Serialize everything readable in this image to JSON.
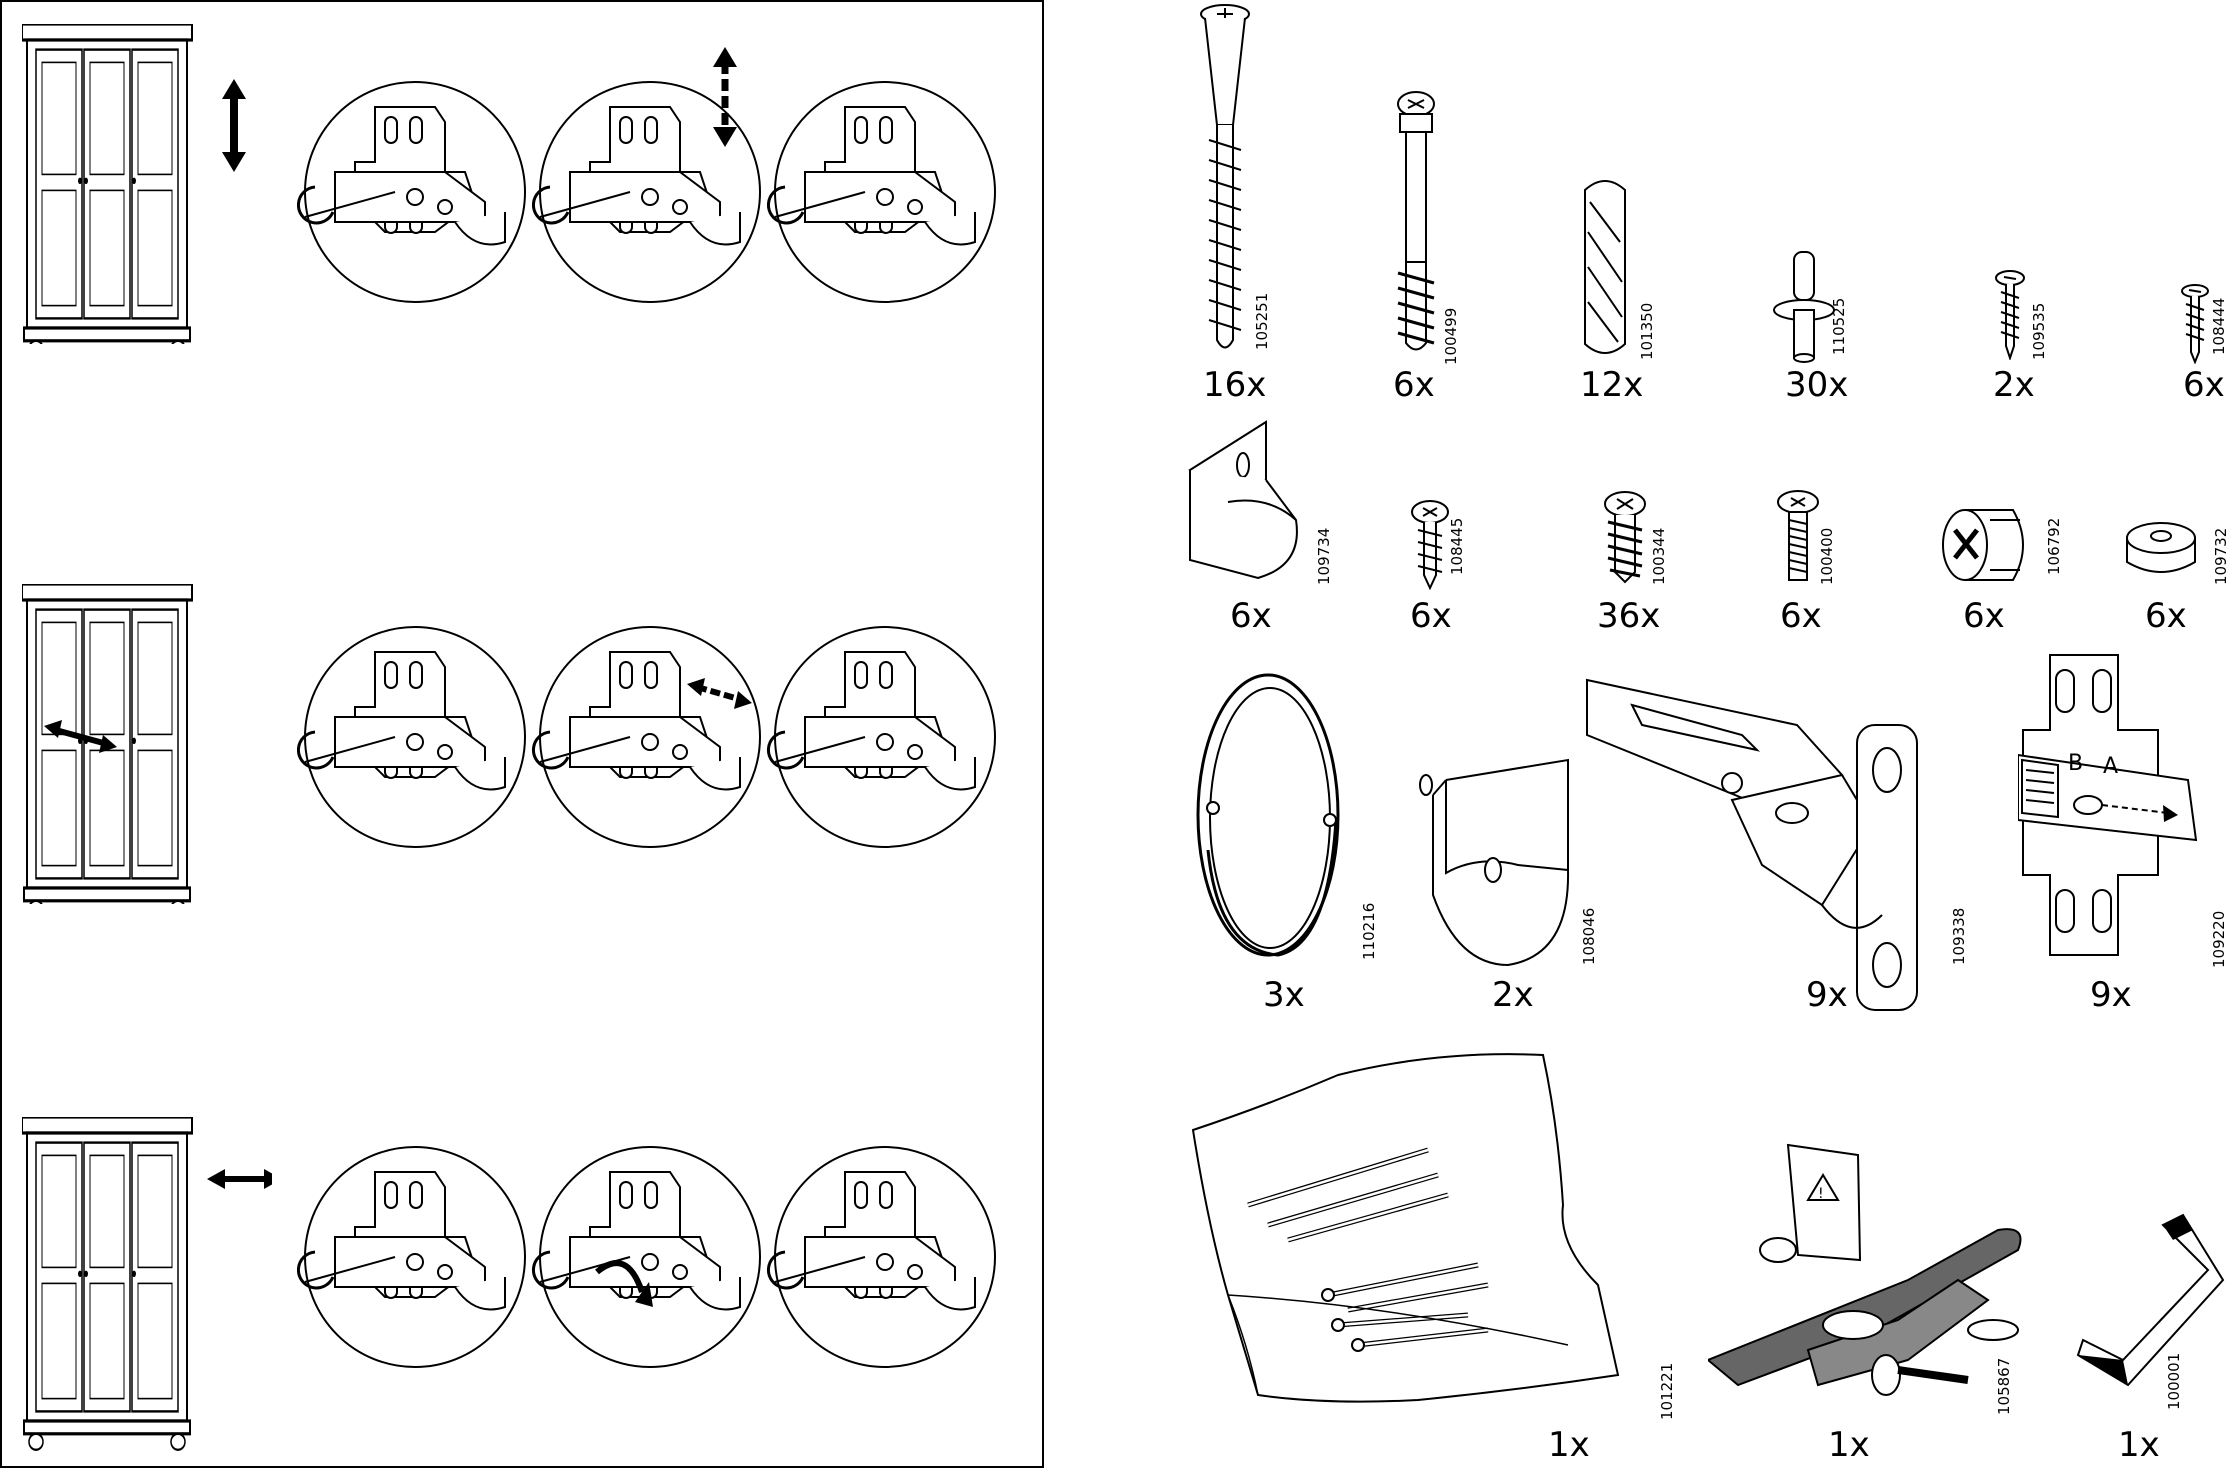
{
  "parts": [
    {
      "id": "screw-long",
      "code": "105251",
      "qty": "16x"
    },
    {
      "id": "cam-bolt",
      "code": "100499",
      "qty": "6x"
    },
    {
      "id": "dowel",
      "code": "101350",
      "qty": "12x"
    },
    {
      "id": "shelf-pin",
      "code": "110525",
      "qty": "30x"
    },
    {
      "id": "screw-small-a",
      "code": "109535",
      "qty": "2x"
    },
    {
      "id": "screw-small-b",
      "code": "108444",
      "qty": "6x"
    },
    {
      "id": "angle-bracket",
      "code": "109734",
      "qty": "6x"
    },
    {
      "id": "screw-pan",
      "code": "108445",
      "qty": "6x"
    },
    {
      "id": "screw-short",
      "code": "100344",
      "qty": "36x"
    },
    {
      "id": "screw-machine",
      "code": "100400",
      "qty": "6x"
    },
    {
      "id": "cam-lock",
      "code": "106792",
      "qty": "6x"
    },
    {
      "id": "washer-ring",
      "code": "109732",
      "qty": "6x"
    },
    {
      "id": "rail-ring",
      "code": "110216",
      "qty": "3x"
    },
    {
      "id": "rail-support",
      "code": "108046",
      "qty": "2x"
    },
    {
      "id": "hinge",
      "code": "109338",
      "qty": "9x"
    },
    {
      "id": "mount-plate",
      "code": "109220",
      "qty": "9x"
    },
    {
      "id": "nail-bag",
      "code": "101221",
      "qty": "1x"
    },
    {
      "id": "wall-strap",
      "code": "105867",
      "qty": "1x"
    },
    {
      "id": "allen-key",
      "code": "100001",
      "qty": "1x"
    }
  ],
  "plate_letters": {
    "a": "A",
    "b": "B"
  }
}
